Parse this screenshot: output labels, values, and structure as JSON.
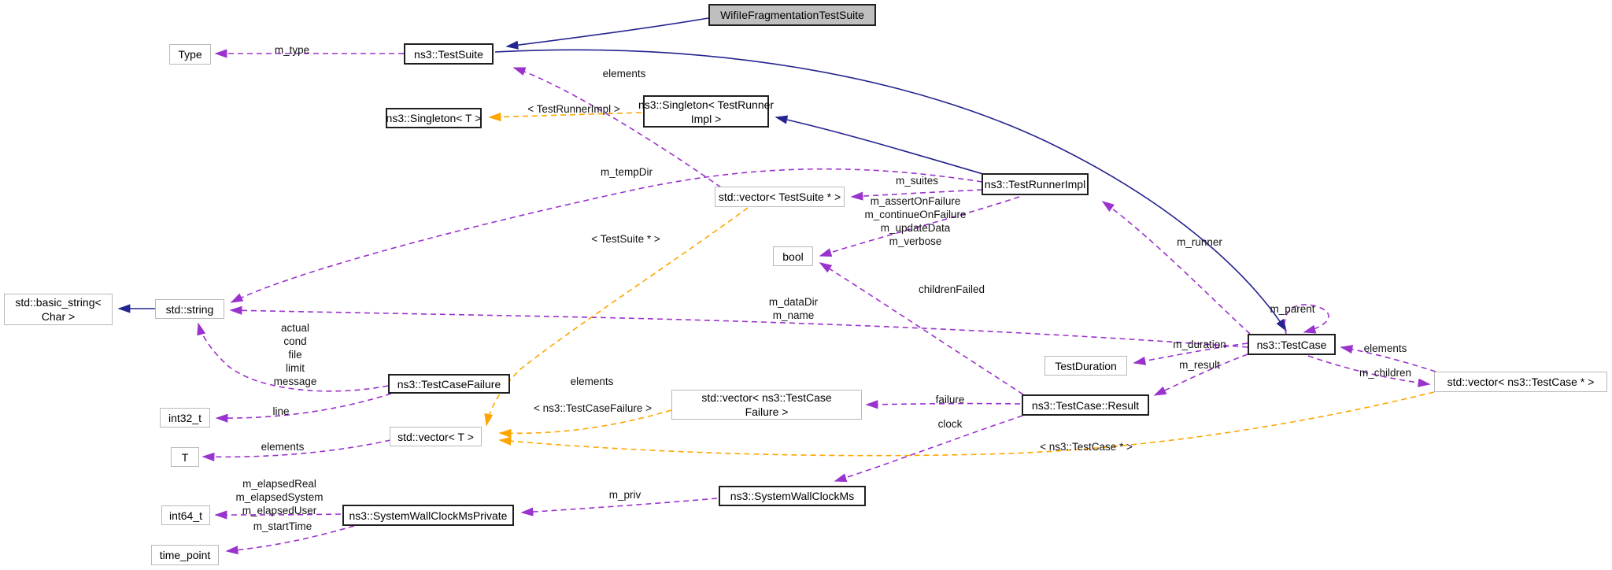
{
  "diagram": {
    "kind": "collaboration-graph",
    "colors": {
      "inheritance": "#24248f",
      "usage": "#9a32cd",
      "template": "#ffa500",
      "documented_border": "#1f1f1f",
      "external_border": "#b9b9b9",
      "subject_fill": "#bfbfbf"
    },
    "nodes": {
      "main": {
        "label": "WifiIeFragmentationTestSuite"
      },
      "type": {
        "label": "Type"
      },
      "test_suite": {
        "label": "ns3::TestSuite"
      },
      "singleton_t": {
        "label": "ns3::Singleton< T >"
      },
      "singleton_tri": {
        "line1": "ns3::Singleton< TestRunner",
        "line2": "Impl >"
      },
      "vector_test_suite": {
        "label": "std::vector< TestSuite * >"
      },
      "test_runner_impl": {
        "label": "ns3::TestRunnerImpl"
      },
      "bool": {
        "label": "bool"
      },
      "basic_string": {
        "line1": "std::basic_string<",
        "line2": "Char >"
      },
      "string": {
        "label": "std::string"
      },
      "test_case": {
        "label": "ns3::TestCase"
      },
      "test_duration": {
        "label": "TestDuration"
      },
      "test_case_failure": {
        "label": "ns3::TestCaseFailure"
      },
      "vector_test_case_failure": {
        "line1": "std::vector< ns3::TestCase",
        "line2": "Failure >"
      },
      "result": {
        "label": "ns3::TestCase::Result"
      },
      "vector_test_case": {
        "label": "std::vector< ns3::TestCase * >"
      },
      "int32_t": {
        "label": "int32_t"
      },
      "vector_t": {
        "label": "std::vector< T >"
      },
      "t": {
        "label": "T"
      },
      "system_wall_clock_ms": {
        "label": "ns3::SystemWallClockMs"
      },
      "int64_t": {
        "label": "int64_t"
      },
      "system_wall_clock_ms_private": {
        "label": "ns3::SystemWallClockMsPrivate"
      },
      "time_point": {
        "label": "time_point"
      }
    },
    "edge_labels": {
      "m_type": "m_type",
      "elements_suite": "elements",
      "template_test_runner_impl": "< TestRunnerImpl >",
      "m_tempDir": "m_tempDir",
      "m_suites": "m_suites",
      "runner_flags": {
        "l1": "m_assertOnFailure",
        "l2": "m_continueOnFailure",
        "l3": "m_updateData",
        "l4": "m_verbose"
      },
      "template_test_suite_ptr": "< TestSuite * >",
      "m_runner": "m_runner",
      "childrenFailed": "childrenFailed",
      "test_case_strings": {
        "l1": "m_dataDir",
        "l2": "m_name"
      },
      "m_parent": "m_parent",
      "failure_fields": {
        "l1": "actual",
        "l2": "cond",
        "l3": "file",
        "l4": "limit",
        "l5": "message"
      },
      "m_duration": "m_duration",
      "m_result": "m_result",
      "elements_case": "elements",
      "m_children": "m_children",
      "elements_failure": "elements",
      "template_test_case_failure": "< ns3::TestCaseFailure >",
      "failure": "failure",
      "clock": "clock",
      "line": "line",
      "elements_t": "elements",
      "template_test_case_ptr": "< ns3::TestCase * >",
      "elapsed_fields": {
        "l1": "m_elapsedReal",
        "l2": "m_elapsedSystem",
        "l3": "m_elapsedUser"
      },
      "m_startTime": "m_startTime",
      "m_priv": "m_priv"
    }
  }
}
